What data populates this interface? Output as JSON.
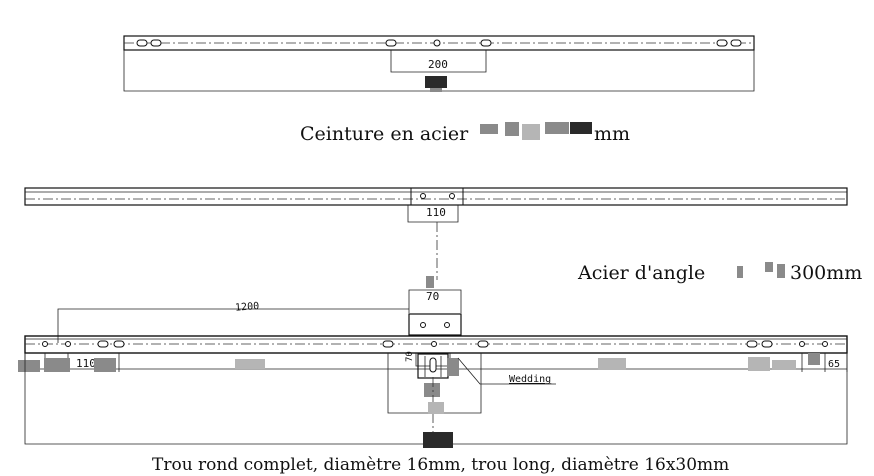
{
  "captions": {
    "belt": "Ceinture en acier",
    "belt_suffix": "mm",
    "angle": "Acier d'angle",
    "angle_suffix": "300mm",
    "holes": "Trou rond complet, diamètre 16mm, trou long, diamètre 16x30mm"
  },
  "dimensions": {
    "belt_center": "200",
    "angle_spacing": "110",
    "plate_width": "70",
    "span_top": "1200",
    "left_edge": "65",
    "left_gap": "110",
    "right_edge": "65",
    "vertical": "70"
  },
  "labels": {
    "welding": "Wedding"
  }
}
